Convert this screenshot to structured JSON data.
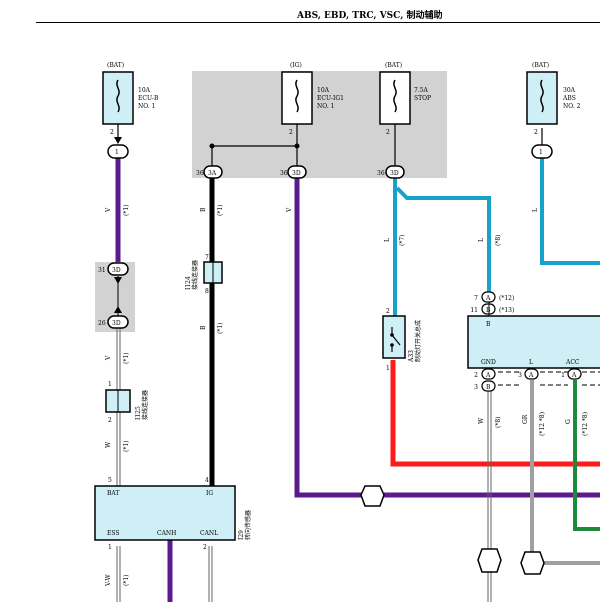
{
  "title": "ABS, EBD, TRC, VSC, 制动辅助",
  "power_labels": {
    "bat1": "(BAT)",
    "ig": "(IG)",
    "bat2": "(BAT)",
    "bat3": "(BAT)"
  },
  "fuses": {
    "f1": {
      "amp": "10A",
      "l1": "ECU-B",
      "l2": "NO. 1"
    },
    "f2": {
      "amp": "10A",
      "l1": "ECU-IG1",
      "l2": "NO. 1"
    },
    "f3": {
      "amp": "7.5A",
      "l1": "STOP"
    },
    "f4": {
      "amp": "30A",
      "l1": "ABS",
      "l2": "NO. 2"
    }
  },
  "pins": {
    "p2a": "2",
    "p2b": "2",
    "p2c": "2",
    "p2d": "2",
    "c1a": "1",
    "c1b": "1",
    "j1": "36",
    "c1": "3A",
    "j2": "36",
    "c2": "3D",
    "j3": "36",
    "c3": "3D",
    "j4": "31",
    "c4": "3D",
    "j5": "26",
    "c5": "3D",
    "p7": "7",
    "p8": "8",
    "a7": "7",
    "a7c": "A",
    "a11": "11",
    "a11c": "B",
    "g2": "2",
    "g1": "1",
    "c1i": "1",
    "c2i": "2",
    "m5": "5",
    "m4": "4",
    "b1": "1",
    "b2": "2",
    "e2": "2",
    "e2c": "A",
    "e3": "3",
    "e3c": "B",
    "l3": "3",
    "l3c": "A",
    "acc1": "1",
    "acc1c": "A"
  },
  "wires": {
    "v1": "V",
    "v1n": "(*1)",
    "b1": "B",
    "b1n": "(*1)",
    "v2": "V",
    "b2": "B",
    "b2n": "(*1)",
    "v3": "V",
    "v3n": "(*1)",
    "w1": "W",
    "w1n": "(*1)",
    "l1": "L",
    "l1n": "(*7)",
    "l2": "L",
    "l2n": "(*8)",
    "l3": "L",
    "w2": "W",
    "w2n": "(*8)",
    "gr": "GR",
    "grn": "(*12 *8)",
    "g": "G",
    "gn": "(*12 *8)",
    "vw": "V-W",
    "vwn": "(*1)",
    "note12": "(*12)",
    "note13": "(*13)"
  },
  "components": {
    "i124": {
      "code": "I124",
      "name": "接线连接器"
    },
    "i125": {
      "code": "I125",
      "name": "接线连接器"
    },
    "a33": {
      "code": "A33",
      "name": "制动灯开关总成"
    },
    "i29": {
      "code": "I29",
      "name": "转向传感器"
    }
  },
  "module_a": {
    "bat": "BAT",
    "ig": "IG",
    "ess": "ESS",
    "canh": "CANH",
    "canl": "CANL"
  },
  "module_b": {
    "b": "B",
    "gnd": "GND",
    "l": "L",
    "acc": "ACC"
  },
  "colors": {
    "violet": "#5c1a8f",
    "blue": "#16a3c9",
    "red": "#ff1a1a",
    "green": "#1e8a3c",
    "gray": "#a0a0a0",
    "box": "#cdeff5",
    "panel": "#d2d2d2"
  }
}
